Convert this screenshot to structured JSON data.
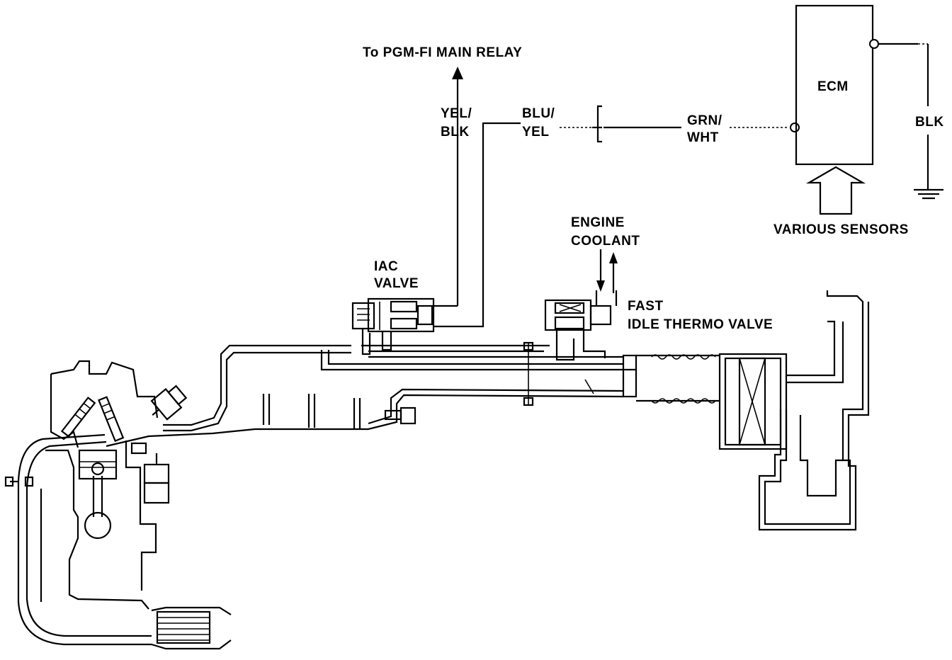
{
  "labels": {
    "relay": "To PGM-FI MAIN RELAY",
    "yel_blk_1": "YEL/",
    "yel_blk_2": "BLK",
    "blu_yel_1": "BLU/",
    "blu_yel_2": "YEL",
    "grn_wht_1": "GRN/",
    "grn_wht_2": "WHT",
    "ecm": "ECM",
    "blk": "BLK",
    "sensors": "VARIOUS SENSORS",
    "coolant_1": "ENGINE",
    "coolant_2": "COOLANT",
    "iac_1": "IAC",
    "iac_2": "VALVE",
    "fast_1": "FAST",
    "fast_2": "IDLE THERMO VALVE"
  },
  "colors": {
    "ink": "#000000",
    "paper": "#ffffff"
  },
  "icons": [
    "arrow-up-icon",
    "arrow-down-icon",
    "ground-symbol-icon",
    "connector-icon"
  ]
}
